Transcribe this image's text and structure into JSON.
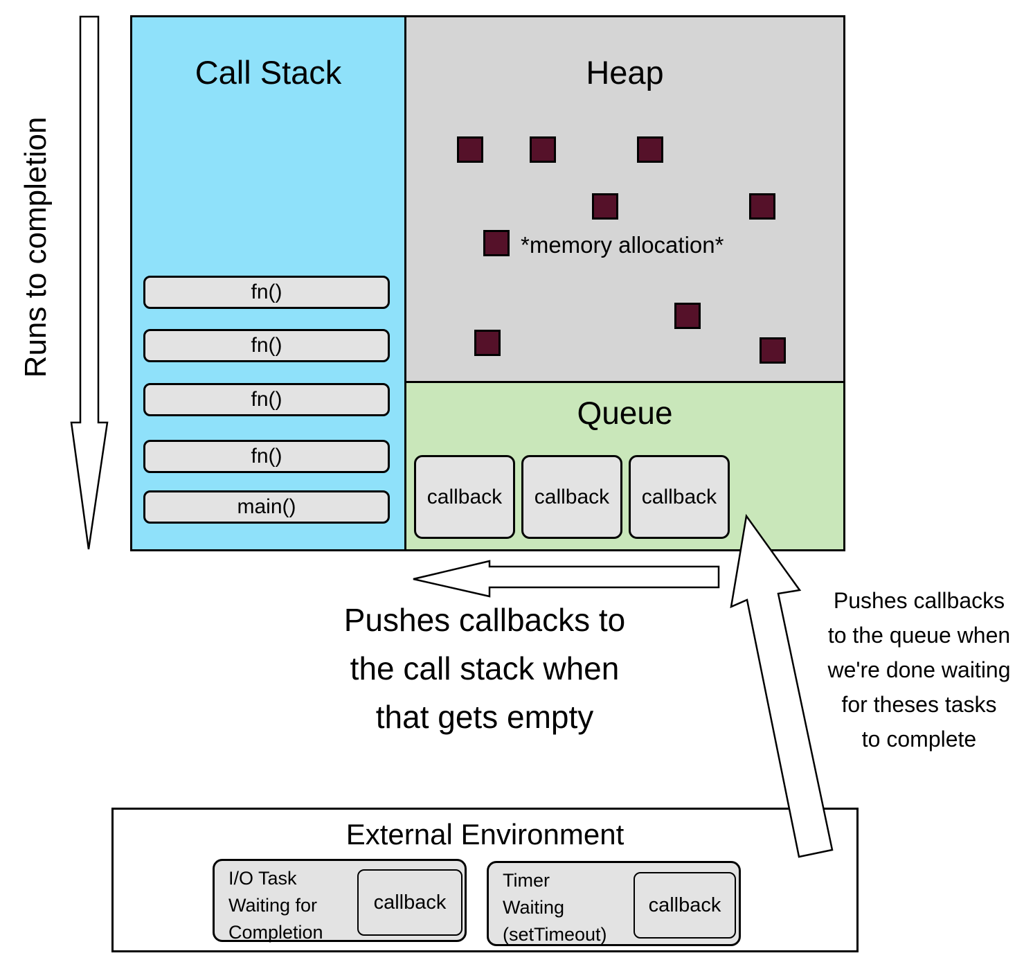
{
  "left_caption": "Runs to completion",
  "call_stack": {
    "title": "Call Stack",
    "frames": [
      "fn()",
      "fn()",
      "fn()",
      "fn()",
      "main()"
    ]
  },
  "heap": {
    "title": "Heap",
    "memory_note": "*memory allocation*",
    "square_count": 9
  },
  "queue": {
    "title": "Queue",
    "items": [
      "callback",
      "callback",
      "callback"
    ]
  },
  "notes": {
    "push_to_stack": {
      "lines": [
        "Pushes callbacks to",
        "the call stack when",
        "that gets empty"
      ]
    },
    "push_to_queue": {
      "lines": [
        "Pushes callbacks",
        "to the queue when",
        "we're done waiting",
        "for theses tasks",
        "to complete"
      ]
    }
  },
  "external_environment": {
    "title": "External Environment",
    "tasks": [
      {
        "lines": [
          "I/O Task",
          "Waiting for",
          "Completion"
        ],
        "callback_label": "callback"
      },
      {
        "lines": [
          "Timer",
          "Waiting",
          "(setTimeout)"
        ],
        "callback_label": "callback"
      }
    ]
  },
  "colors": {
    "call_stack_bg": "#8FE1FA",
    "heap_bg": "#D5D5D5",
    "queue_bg": "#C9E7BA",
    "box_bg": "#E3E3E3",
    "heap_square": "#551129",
    "outline": "#000000"
  }
}
